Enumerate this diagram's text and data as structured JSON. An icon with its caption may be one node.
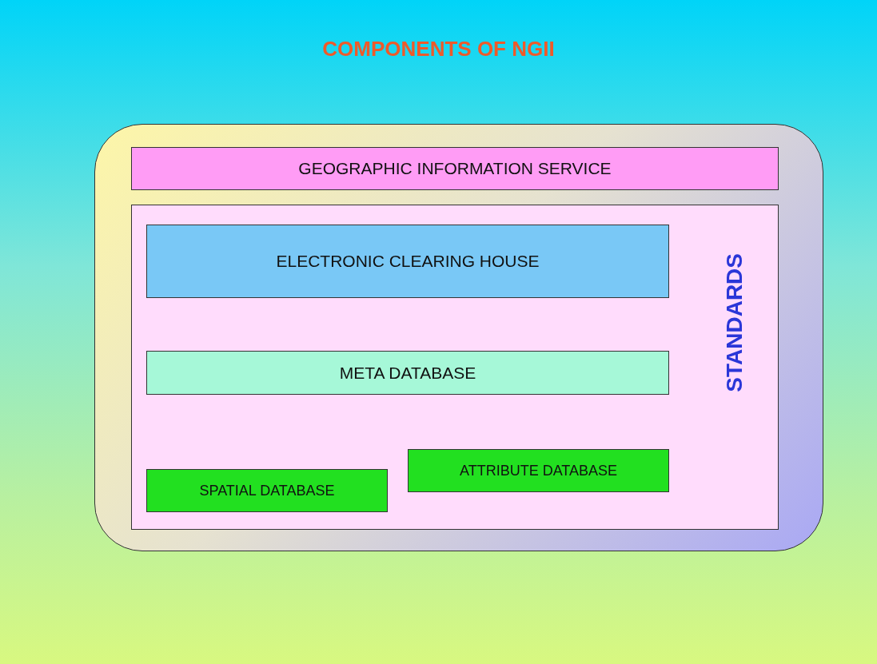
{
  "diagram": {
    "title": "COMPONENTS OF NGII",
    "nodes": [
      {
        "text": [],
        "shape": "box"
      },
      {
        "text": [
          "GEOGRAPHIC INFORMATION SERVICE"
        ],
        "in": 0
      },
      {
        "text": [
          "STANDARDS"
        ],
        "in": 0
      },
      {
        "text": [
          "ELECTRONIC CLEARING HOUSE"
        ],
        "in": 2
      },
      {
        "text": [
          "META DATABASE"
        ],
        "in": 2
      },
      {
        "text": [
          "SPATIAL DATABASE"
        ],
        "in": 2
      },
      {
        "text": [
          "ATTRIBUTE DATABASE"
        ],
        "in": 2
      }
    ],
    "edges": []
  }
}
